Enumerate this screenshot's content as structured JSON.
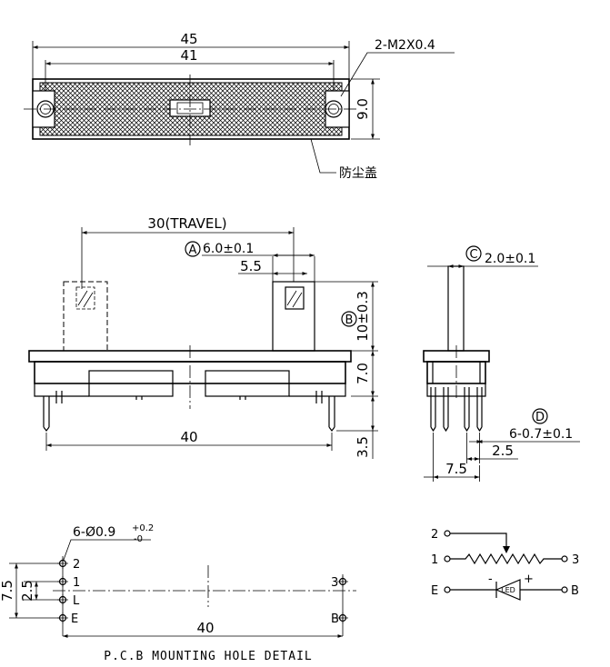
{
  "top_view": {
    "dim_overall": "45",
    "dim_mount": "41",
    "dim_height": "9.0",
    "thread_note": "2-M2X0.4",
    "dust_cover_label": "防尘盖"
  },
  "front_view": {
    "dim_travel": "30(TRAVEL)",
    "marker_a": "A",
    "dim_a": "6.0±0.1",
    "dim_5_5": "5.5",
    "marker_b": "B",
    "dim_b": "10±0.3",
    "dim_body": "7.0",
    "dim_pin": "3.5",
    "dim_length": "40"
  },
  "side_view": {
    "marker_c": "C",
    "dim_c": "2.0±0.1",
    "marker_d": "D",
    "dim_d": "6-0.7±0.1",
    "dim_2_5": "2.5",
    "dim_7_5": "7.5"
  },
  "pcb": {
    "hole_note": "6-Ø0.9",
    "hole_tol_plus": "+0.2",
    "hole_tol_minus": "-0",
    "dim_v_7_5": "7.5",
    "dim_v_2_5": "2.5",
    "dim_h_40": "40",
    "pin_2": "2",
    "pin_1": "1",
    "pin_l": "L",
    "pin_e": "E",
    "pin_3": "3",
    "pin_b": "B",
    "caption": "P.C.B MOUNTING HOLE DETAIL"
  },
  "schematic": {
    "pin_2": "2",
    "pin_1": "1",
    "pin_3": "3",
    "pin_e": "E",
    "pin_b": "B",
    "minus": "-",
    "plus": "+",
    "led": "LED"
  }
}
